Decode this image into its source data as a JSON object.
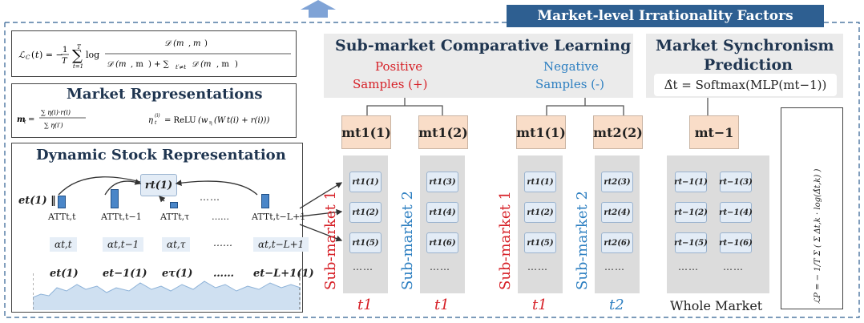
{
  "header": {
    "title": "Market-level Irrationality Factors"
  },
  "contrastive": {
    "title": "Sub-market Comparative Learning",
    "positive_label": "Positive",
    "positive_sub": "Samples (+)",
    "negative_label": "Negative",
    "negative_sub": "Samples (-)"
  },
  "sync": {
    "title_line1": "Market Synchronism",
    "title_line2": "Prediction",
    "formula": "Δ̂t = Softmax(MLP(mt−1))"
  },
  "formulas": {
    "contrastive_loss": "ℒC(t) = − 1/T Σ log 𝒟(mt(1), mt(2)) / [𝒟(mt(1), mt(2)) + Σt'≠t 𝒟(mt(1), mt'(2))]",
    "market_repr_title": "Market Representations",
    "market_repr_eq": "mt = Σ ηt(i)·rt(i) / Σ ηt(i')",
    "eta_eq": "ηt(i) = ReLU(wη⊤(Wt⊤ t(i) + rt(i)))",
    "sync_loss": "ℒP = − 1/T Σ ( Σ Δt,k · log(Δ̂t,k) )"
  },
  "dynamic": {
    "title": "Dynamic Stock Representation",
    "r_node": "rt(1)",
    "e_label": "et(1) ‖",
    "att": [
      "ATTt,t",
      "ATTt,t−1",
      "ATTt,τ",
      "……",
      "ATTt,t−L+1"
    ],
    "alpha": [
      "αt,t",
      "αt,t−1",
      "αt,τ",
      "……",
      "αt,t−L+1"
    ],
    "e": [
      "et(1)",
      "et−1(1)",
      "eτ(1)",
      "……",
      "et−L+1(1)"
    ],
    "top_dots": "……"
  },
  "columns": [
    {
      "side": "Sub-market 1",
      "side_color": "red",
      "m": "mt1(1)",
      "chips": [
        "rt1(1)",
        "rt1(2)",
        "rt1(5)"
      ],
      "time": "t1",
      "time_color": "red"
    },
    {
      "side": "Sub-market 2",
      "side_color": "blue",
      "m": "mt1(2)",
      "chips": [
        "rt1(3)",
        "rt1(4)",
        "rt1(6)"
      ],
      "time": "t1",
      "time_color": "red"
    },
    {
      "side": "Sub-market 1",
      "side_color": "red",
      "m": "mt1(1)",
      "chips": [
        "rt1(1)",
        "rt1(2)",
        "rt1(5)"
      ],
      "time": "t1",
      "time_color": "red"
    },
    {
      "side": "Sub-market 2",
      "side_color": "blue",
      "m": "mt2(2)",
      "chips": [
        "rt2(3)",
        "rt2(4)",
        "rt2(6)"
      ],
      "time": "t2",
      "time_color": "blue"
    }
  ],
  "whole": {
    "m": "mt−1",
    "chips_left": [
      "rt−1(1)",
      "rt−1(2)",
      "rt−1(5)"
    ],
    "chips_right": [
      "rt−1(3)",
      "rt−1(4)",
      "rt−1(6)"
    ],
    "label": "Whole Market"
  },
  "ellipsis": "……",
  "colors": {
    "accent": "#2e5f91",
    "red": "#d61f26",
    "blue": "#2d7fc1",
    "m_fill": "#f9ddc8",
    "chip_fill": "#e3ecf6"
  }
}
